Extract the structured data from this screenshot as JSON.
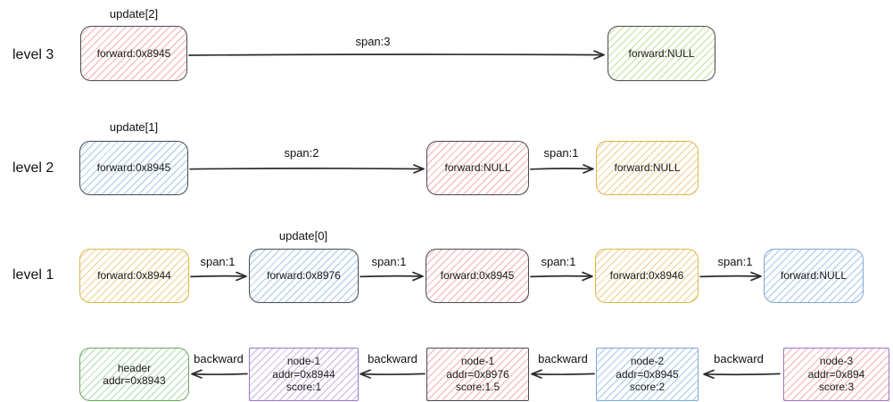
{
  "levels": [
    {
      "label": "level 3",
      "note": "update[2]",
      "boxes": [
        {
          "text": "forward:0x8945"
        },
        {
          "text": "forward:NULL"
        }
      ],
      "arrows": [
        {
          "label": "span:3"
        }
      ]
    },
    {
      "label": "level 2",
      "note": "update[1]",
      "boxes": [
        {
          "text": "forward:0x8945"
        },
        {
          "text": "forward:NULL"
        },
        {
          "text": "forward:NULL"
        }
      ],
      "arrows": [
        {
          "label": "span:2"
        },
        {
          "label": "span:1"
        }
      ]
    },
    {
      "label": "level 1",
      "note": "update[0]",
      "boxes": [
        {
          "text": "forward:0x8944"
        },
        {
          "text": "forward:0x8976"
        },
        {
          "text": "forward:0x8945"
        },
        {
          "text": "forward:0x8946"
        },
        {
          "text": "forward:NULL"
        }
      ],
      "arrows": [
        {
          "label": "span:1"
        },
        {
          "label": "span:1"
        },
        {
          "label": "span:1"
        },
        {
          "label": "span:1"
        }
      ]
    }
  ],
  "node_row": {
    "boxes": [
      {
        "lines": [
          "header",
          "addr=0x8943"
        ]
      },
      {
        "lines": [
          "node-1",
          "addr=0x8944",
          "score:1"
        ]
      },
      {
        "lines": [
          "node-1",
          "addr=0x8976",
          "score:1.5"
        ]
      },
      {
        "lines": [
          "node-2",
          "addr=0x8945",
          "score:2"
        ]
      },
      {
        "lines": [
          "node-3",
          "addr=0x894",
          "score:3"
        ]
      }
    ],
    "arrows": [
      {
        "label": "backward"
      },
      {
        "label": "backward"
      },
      {
        "label": "backward"
      },
      {
        "label": "backward"
      }
    ]
  },
  "colors": {
    "pink_fill": "#f4b8bc",
    "blue_fill": "#b4d0ec",
    "yellow_fill": "#f0d894",
    "green_fill": "#d6e9a6",
    "header_green_fill": "#bfe0bd",
    "purple_fill": "#d9c8ea",
    "dark_stroke": "#474b50",
    "yellow_stroke": "#ddb64d",
    "green_stroke": "#6aa55f",
    "blue_stroke": "#7fa8d5",
    "purple_stroke": "#9a79c4",
    "arrow_stroke": "#2a2c2e"
  }
}
